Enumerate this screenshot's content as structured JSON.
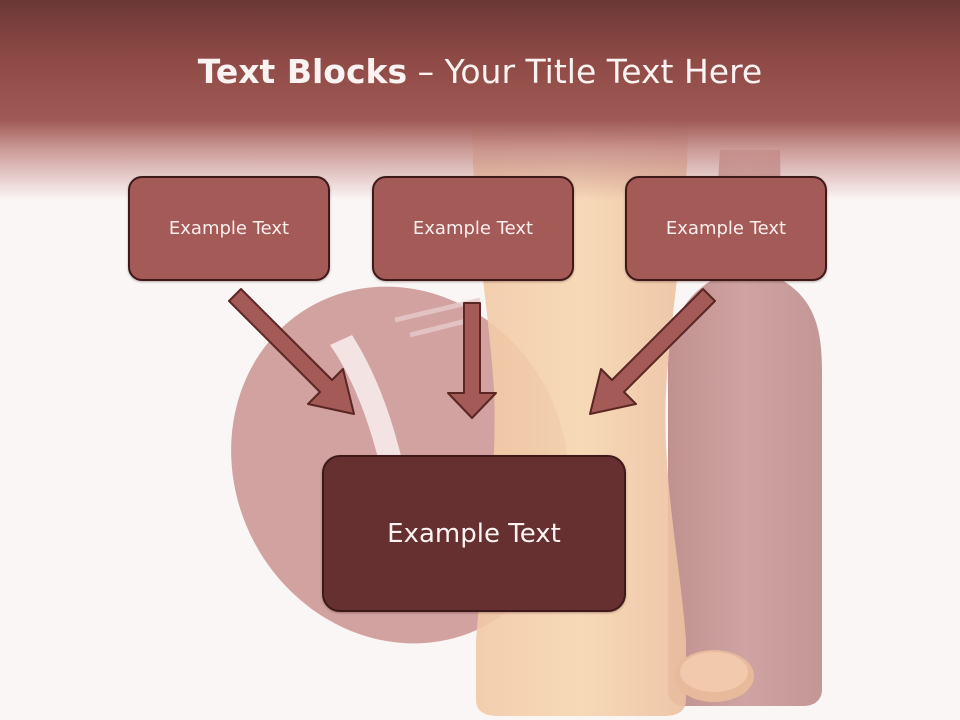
{
  "colors": {
    "header_top": "#6b3836",
    "header_mid": "#a05a55",
    "box_fill": "#a45a56",
    "main_box_fill": "#662f30",
    "box_border": "#3d1a19",
    "text_light": "#fbf3f2"
  },
  "slide": {
    "title_bold": "Text Blocks",
    "title_rest": " – Your Title Text Here",
    "top_boxes": [
      {
        "label": "Example Text"
      },
      {
        "label": "Example Text"
      },
      {
        "label": "Example Text"
      }
    ],
    "main_box": {
      "label": "Example Text"
    }
  },
  "background_icons": [
    "football-icon",
    "beer-glass-icon",
    "beer-bottle-icon",
    "bottle-cap-icon"
  ]
}
